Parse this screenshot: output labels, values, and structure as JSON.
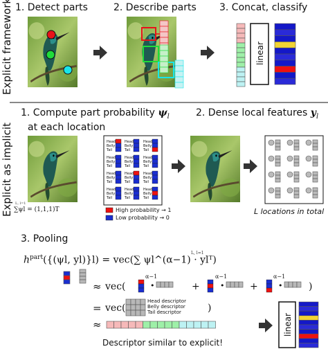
{
  "side_labels": {
    "explicit_framework": "Explicit framework",
    "explicit_as_implicit": "Explicit as implicit"
  },
  "top": {
    "step1": "1. Detect parts",
    "step2": "2. Describe parts",
    "step3": "3. Concat, classify",
    "linear": "linear"
  },
  "middle": {
    "step1_line1": "1. Compute part probability",
    "step1_symbol": "ψ",
    "step1_sub": "l",
    "step1_line2": "at each location",
    "step2": "2. Dense local features",
    "step2_symbol": "y",
    "step2_sub": "l",
    "sum_formula": "∑ψl = (1,1,1)T",
    "sum_limits": "L, l=1",
    "legend_high": "High probability → 1",
    "legend_low": "Low probability → 0",
    "locations": "L locations in total",
    "part_head": "Head",
    "part_belly": "Belly",
    "part_tail": "Tail"
  },
  "bottom": {
    "title": "3. Pooling",
    "eq1_lhs": "h",
    "eq1_sup": "part",
    "eq1_args": "({(ψl, yl)}l)",
    "eq1_rhs": "= vec(∑ ψl^(α−1) · ylᵀ)",
    "eq1_limits": "L, l=1",
    "approx": "≈",
    "equals": "=",
    "vec": "vec(",
    "close": ")",
    "alpha": "α−1",
    "plus": "+",
    "dot": "•",
    "desc_head": "Head descriptor",
    "desc_belly": "Belly descriptor",
    "desc_tail": "Tail descriptor",
    "linear": "linear",
    "caption": "Descriptor similar to explicit!"
  },
  "colors": {
    "part_red": "#e8121a",
    "part_green": "#1fdc3a",
    "part_cyan": "#18e6ea",
    "prob_high": "#ee1111",
    "prob_low": "#1a2ed0",
    "classifier_blue": "#1418c8",
    "classifier_yellow": "#f2d334",
    "feature_gray": "#b8b8b8"
  }
}
